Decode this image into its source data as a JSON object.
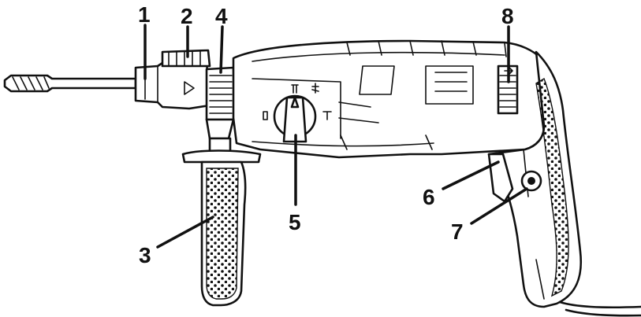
{
  "callouts": [
    {
      "id": "1",
      "label": "1"
    },
    {
      "id": "2",
      "label": "2"
    },
    {
      "id": "3",
      "label": "3"
    },
    {
      "id": "4",
      "label": "4"
    },
    {
      "id": "5",
      "label": "5"
    },
    {
      "id": "6",
      "label": "6"
    },
    {
      "id": "7",
      "label": "7"
    },
    {
      "id": "8",
      "label": "8"
    }
  ],
  "icons": {
    "mode_selector_symbols": [
      "drill-bit-icon",
      "hammer-icon",
      "hammer-drill-icon"
    ]
  }
}
